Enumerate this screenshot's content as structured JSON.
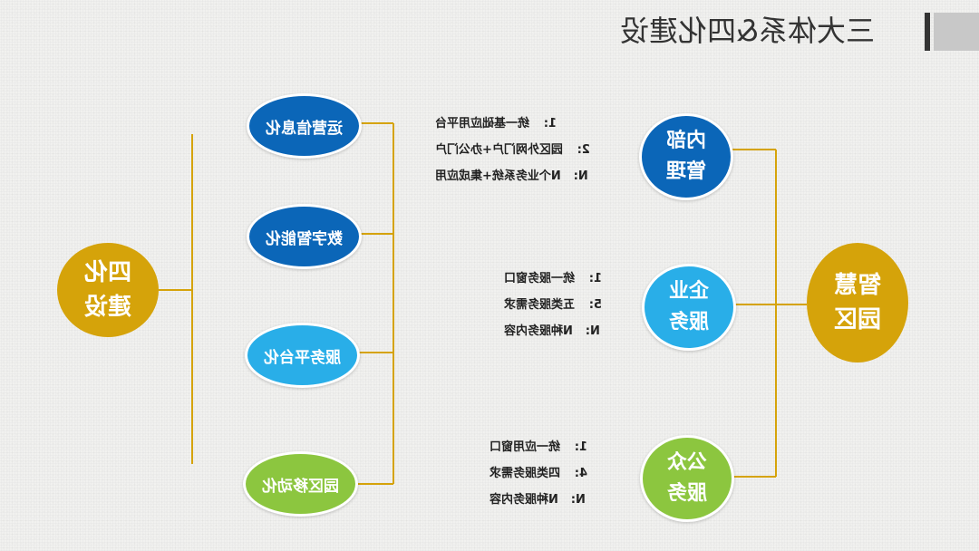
{
  "title": "三大体系&四化建设",
  "colors": {
    "gold": "#d5a30a",
    "dark_blue": "#0b66b8",
    "light_blue": "#29aee8",
    "green": "#8cc63f",
    "line": "#d5a30a"
  },
  "left_hub": {
    "line1": "四化",
    "line2": "建设"
  },
  "four_modernizations": [
    "运营信息化",
    "数字智能化",
    "服务平台化",
    "园区移动化"
  ],
  "right_hub": {
    "line1": "智慧",
    "line2": "园区"
  },
  "systems": [
    {
      "line1": "内部",
      "line2": "管理",
      "items": [
        {
          "num": "1:",
          "text": "统一基础应用平台"
        },
        {
          "num": "2:",
          "text": "园区外网门户+办公门户"
        },
        {
          "num": "N:",
          "text": "N个业务系统+集成应用"
        }
      ]
    },
    {
      "line1": "企业",
      "line2": "服务",
      "items": [
        {
          "num": "1:",
          "text": "统一服务窗口"
        },
        {
          "num": "5:",
          "text": "五类服务需求"
        },
        {
          "num": "N:",
          "text": "N种服务内容"
        }
      ]
    },
    {
      "line1": "公众",
      "line2": "服务",
      "items": [
        {
          "num": "1:",
          "text": "统一应用窗口"
        },
        {
          "num": "4:",
          "text": "四类服务需求"
        },
        {
          "num": "N:",
          "text": "N种服务内容"
        }
      ]
    }
  ]
}
